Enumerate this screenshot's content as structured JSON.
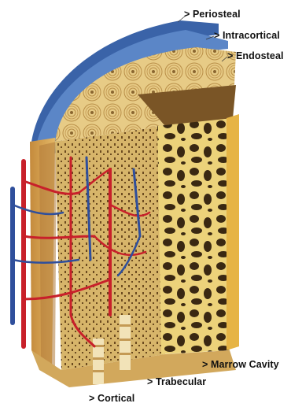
{
  "labels": {
    "periosteal": "> Periosteal",
    "intracortical": "> Intracortical",
    "endosteal": "> Endosteal",
    "marrow_cavity": "> Marrow Cavity",
    "trabecular": "> Trabecular",
    "cortical": "> Cortical"
  },
  "colors": {
    "periosteum_blue": "#3a63a8",
    "bone_tan": "#e0bf74",
    "bone_dark": "#6b4a1f",
    "artery_red": "#c8202a",
    "vein_blue": "#2f4f9c",
    "marrow_yellow": "#ecd27a"
  }
}
